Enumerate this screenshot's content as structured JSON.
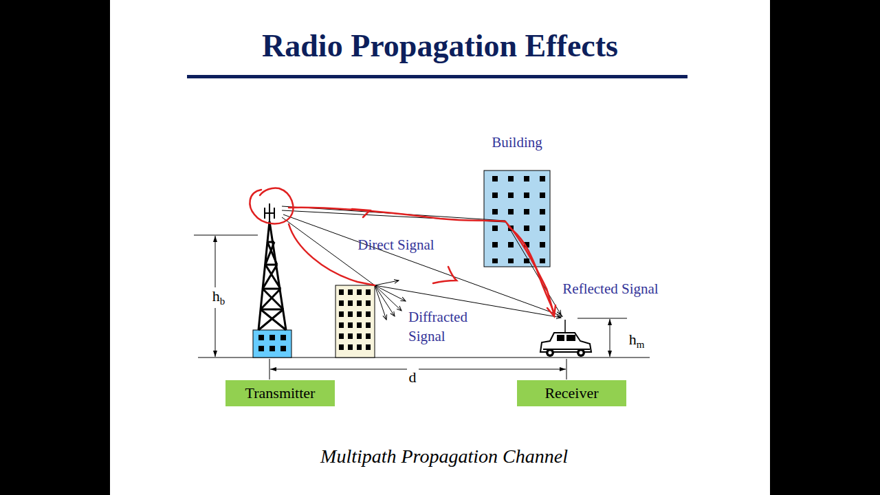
{
  "diagram": {
    "title": "Radio Propagation Effects",
    "caption": "Multipath Propagation Channel",
    "nodes": [
      {
        "text": [
          "Transmitter"
        ]
      },
      {
        "text": [
          "Receiver"
        ]
      }
    ],
    "labels": [
      "Building",
      "Direct Signal",
      "Reflected Signal",
      "Diffracted Signal",
      "hb",
      "hm",
      "d"
    ]
  }
}
